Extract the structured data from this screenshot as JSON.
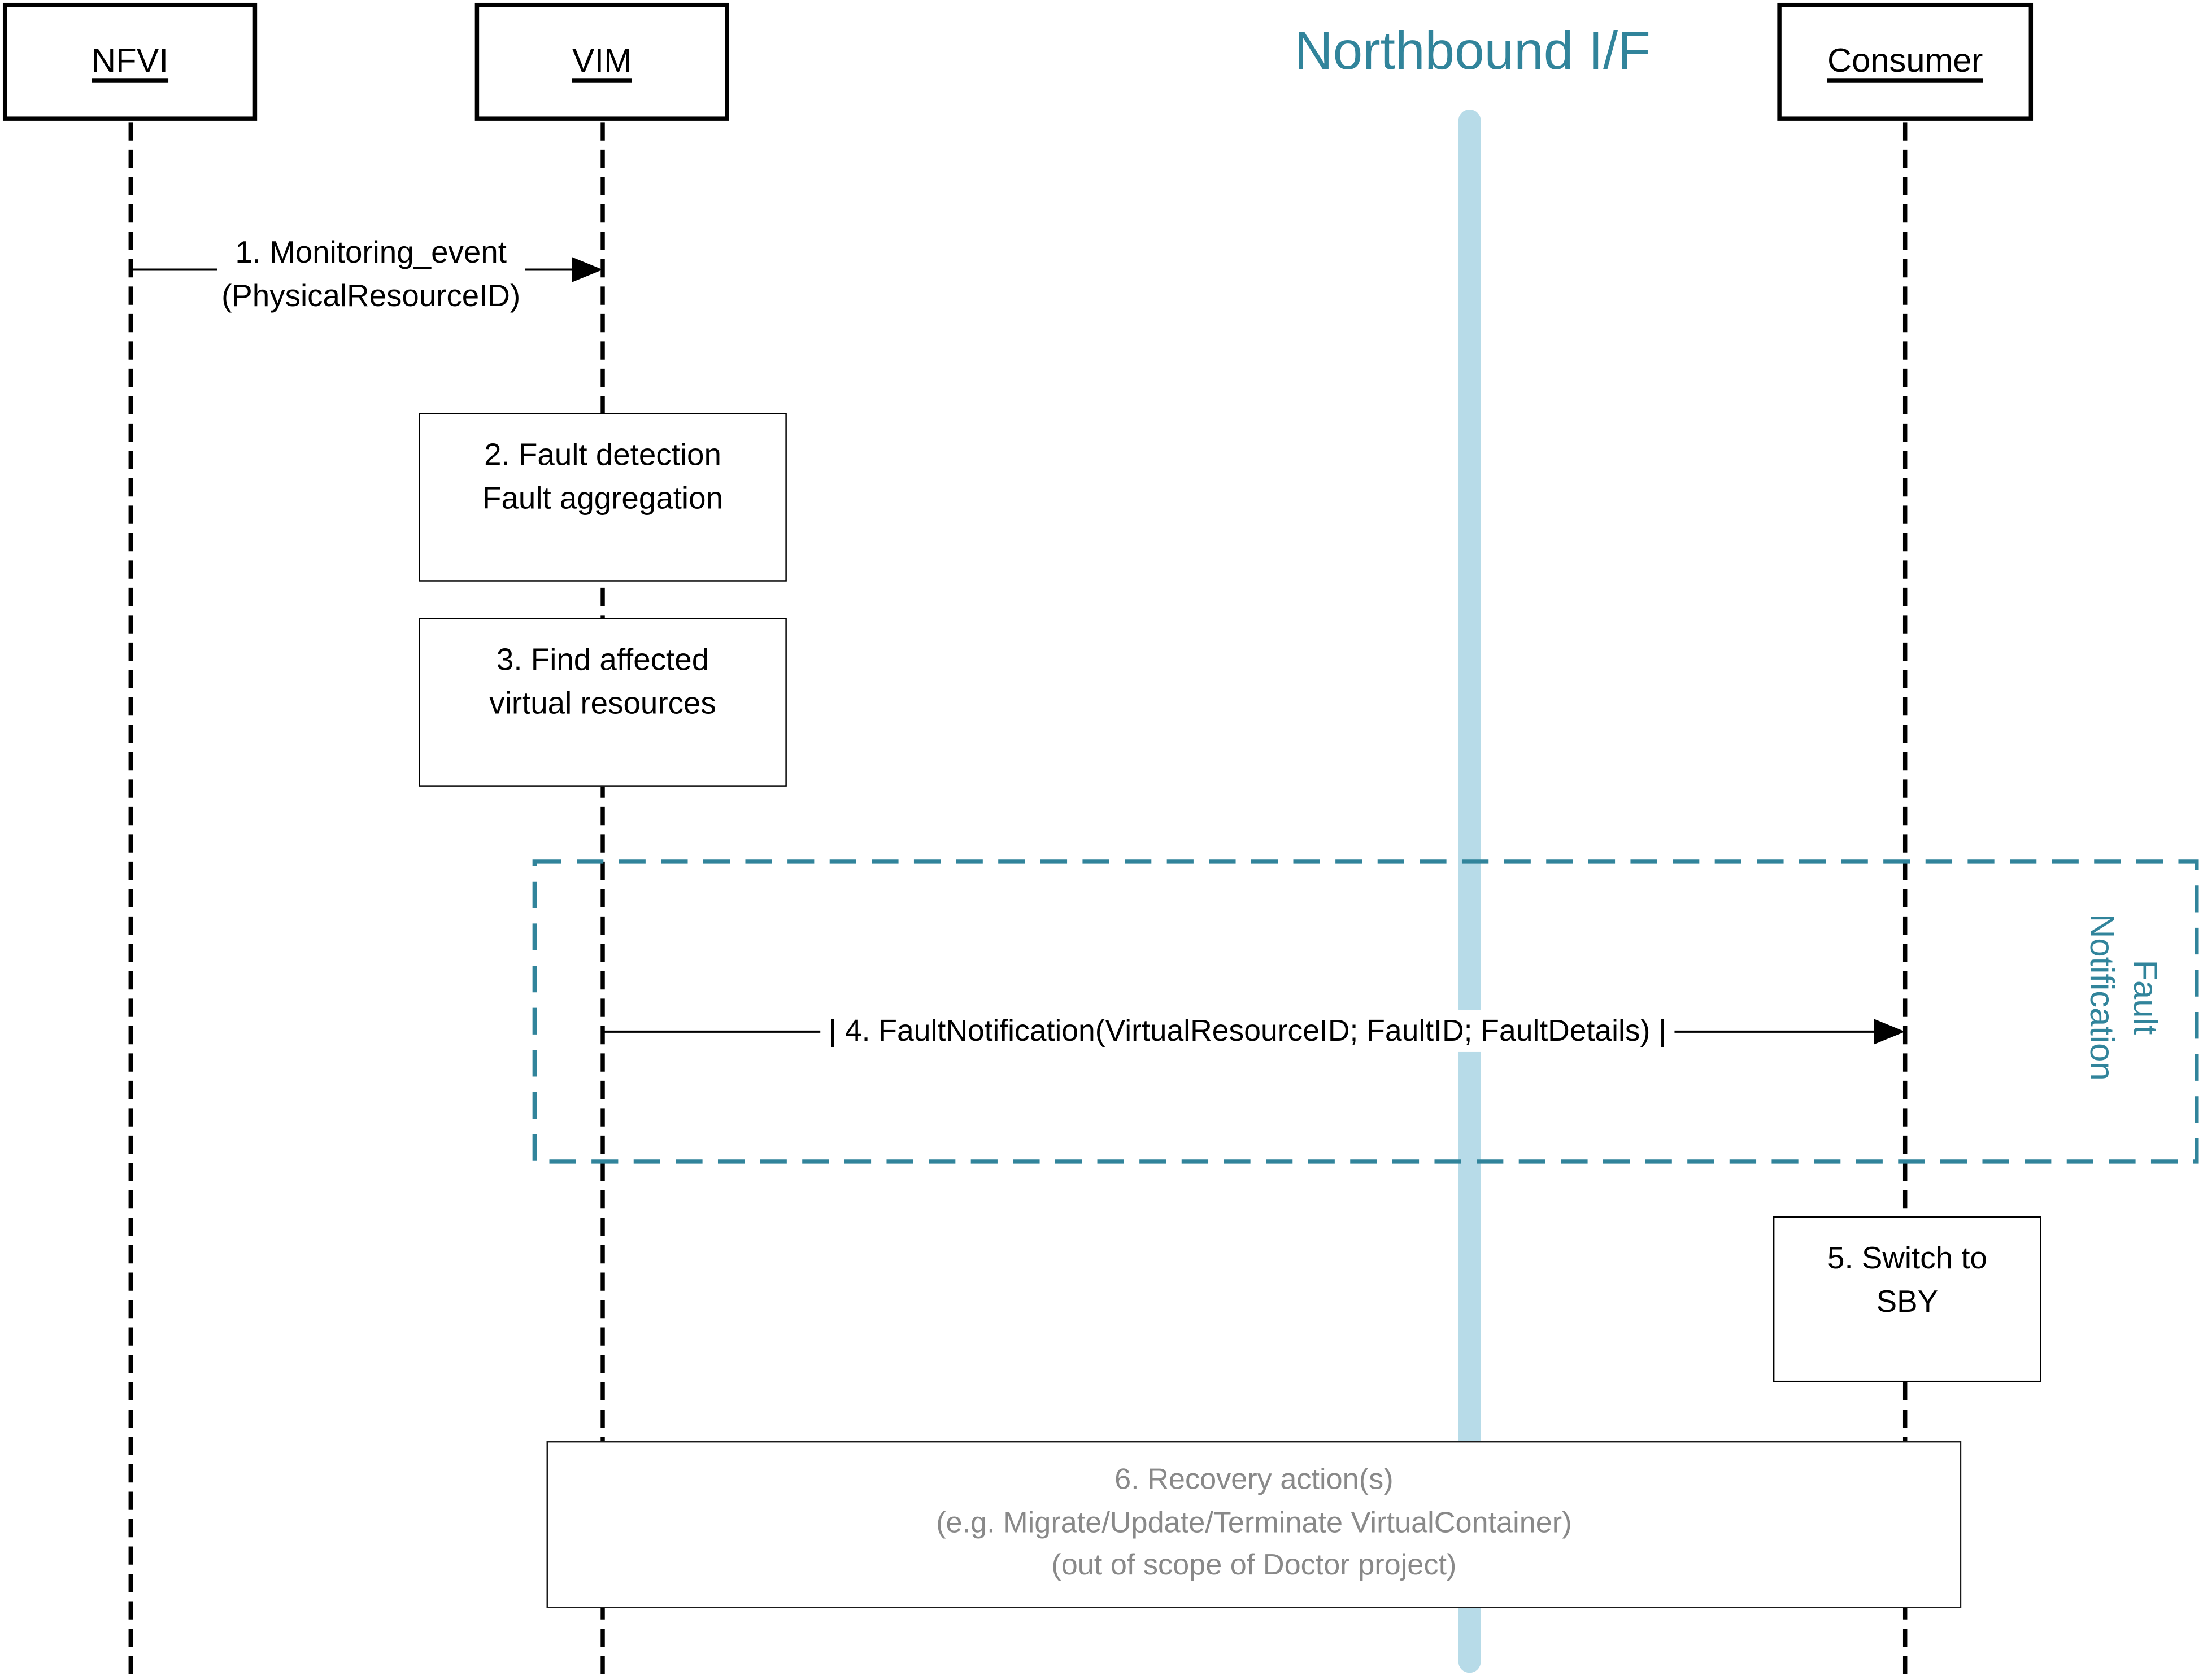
{
  "title": "Northbound I/F",
  "actors": [
    {
      "id": "nfvi",
      "label": "NFVI"
    },
    {
      "id": "vim",
      "label": "VIM"
    },
    {
      "id": "consumer",
      "label": "Consumer"
    }
  ],
  "messages": {
    "m1": {
      "line1": "1. Monitoring_event",
      "line2": "(PhysicalResourceID)"
    },
    "m4": {
      "text": "| 4. FaultNotification(VirtualResourceID; FaultID; FaultDetails) |"
    }
  },
  "activities": {
    "box2": {
      "line1": "2. Fault detection",
      "line2": "Fault aggregation"
    },
    "box3": {
      "line1": "3. Find affected",
      "line2": "virtual resources"
    },
    "box5": {
      "line1": "5. Switch to",
      "line2": "SBY"
    },
    "box6": {
      "line1": "6. Recovery action(s)",
      "line2": "(e.g. Migrate/Update/Terminate VirtualContainer)",
      "line3": "(out of scope of Doctor project)"
    }
  },
  "frame_label": {
    "line1": "Fault",
    "line2": "Notification"
  },
  "colors": {
    "teal": "#31849B",
    "light_blue": "#B7DBE8",
    "gray_text": "#898989",
    "black": "#000000"
  }
}
